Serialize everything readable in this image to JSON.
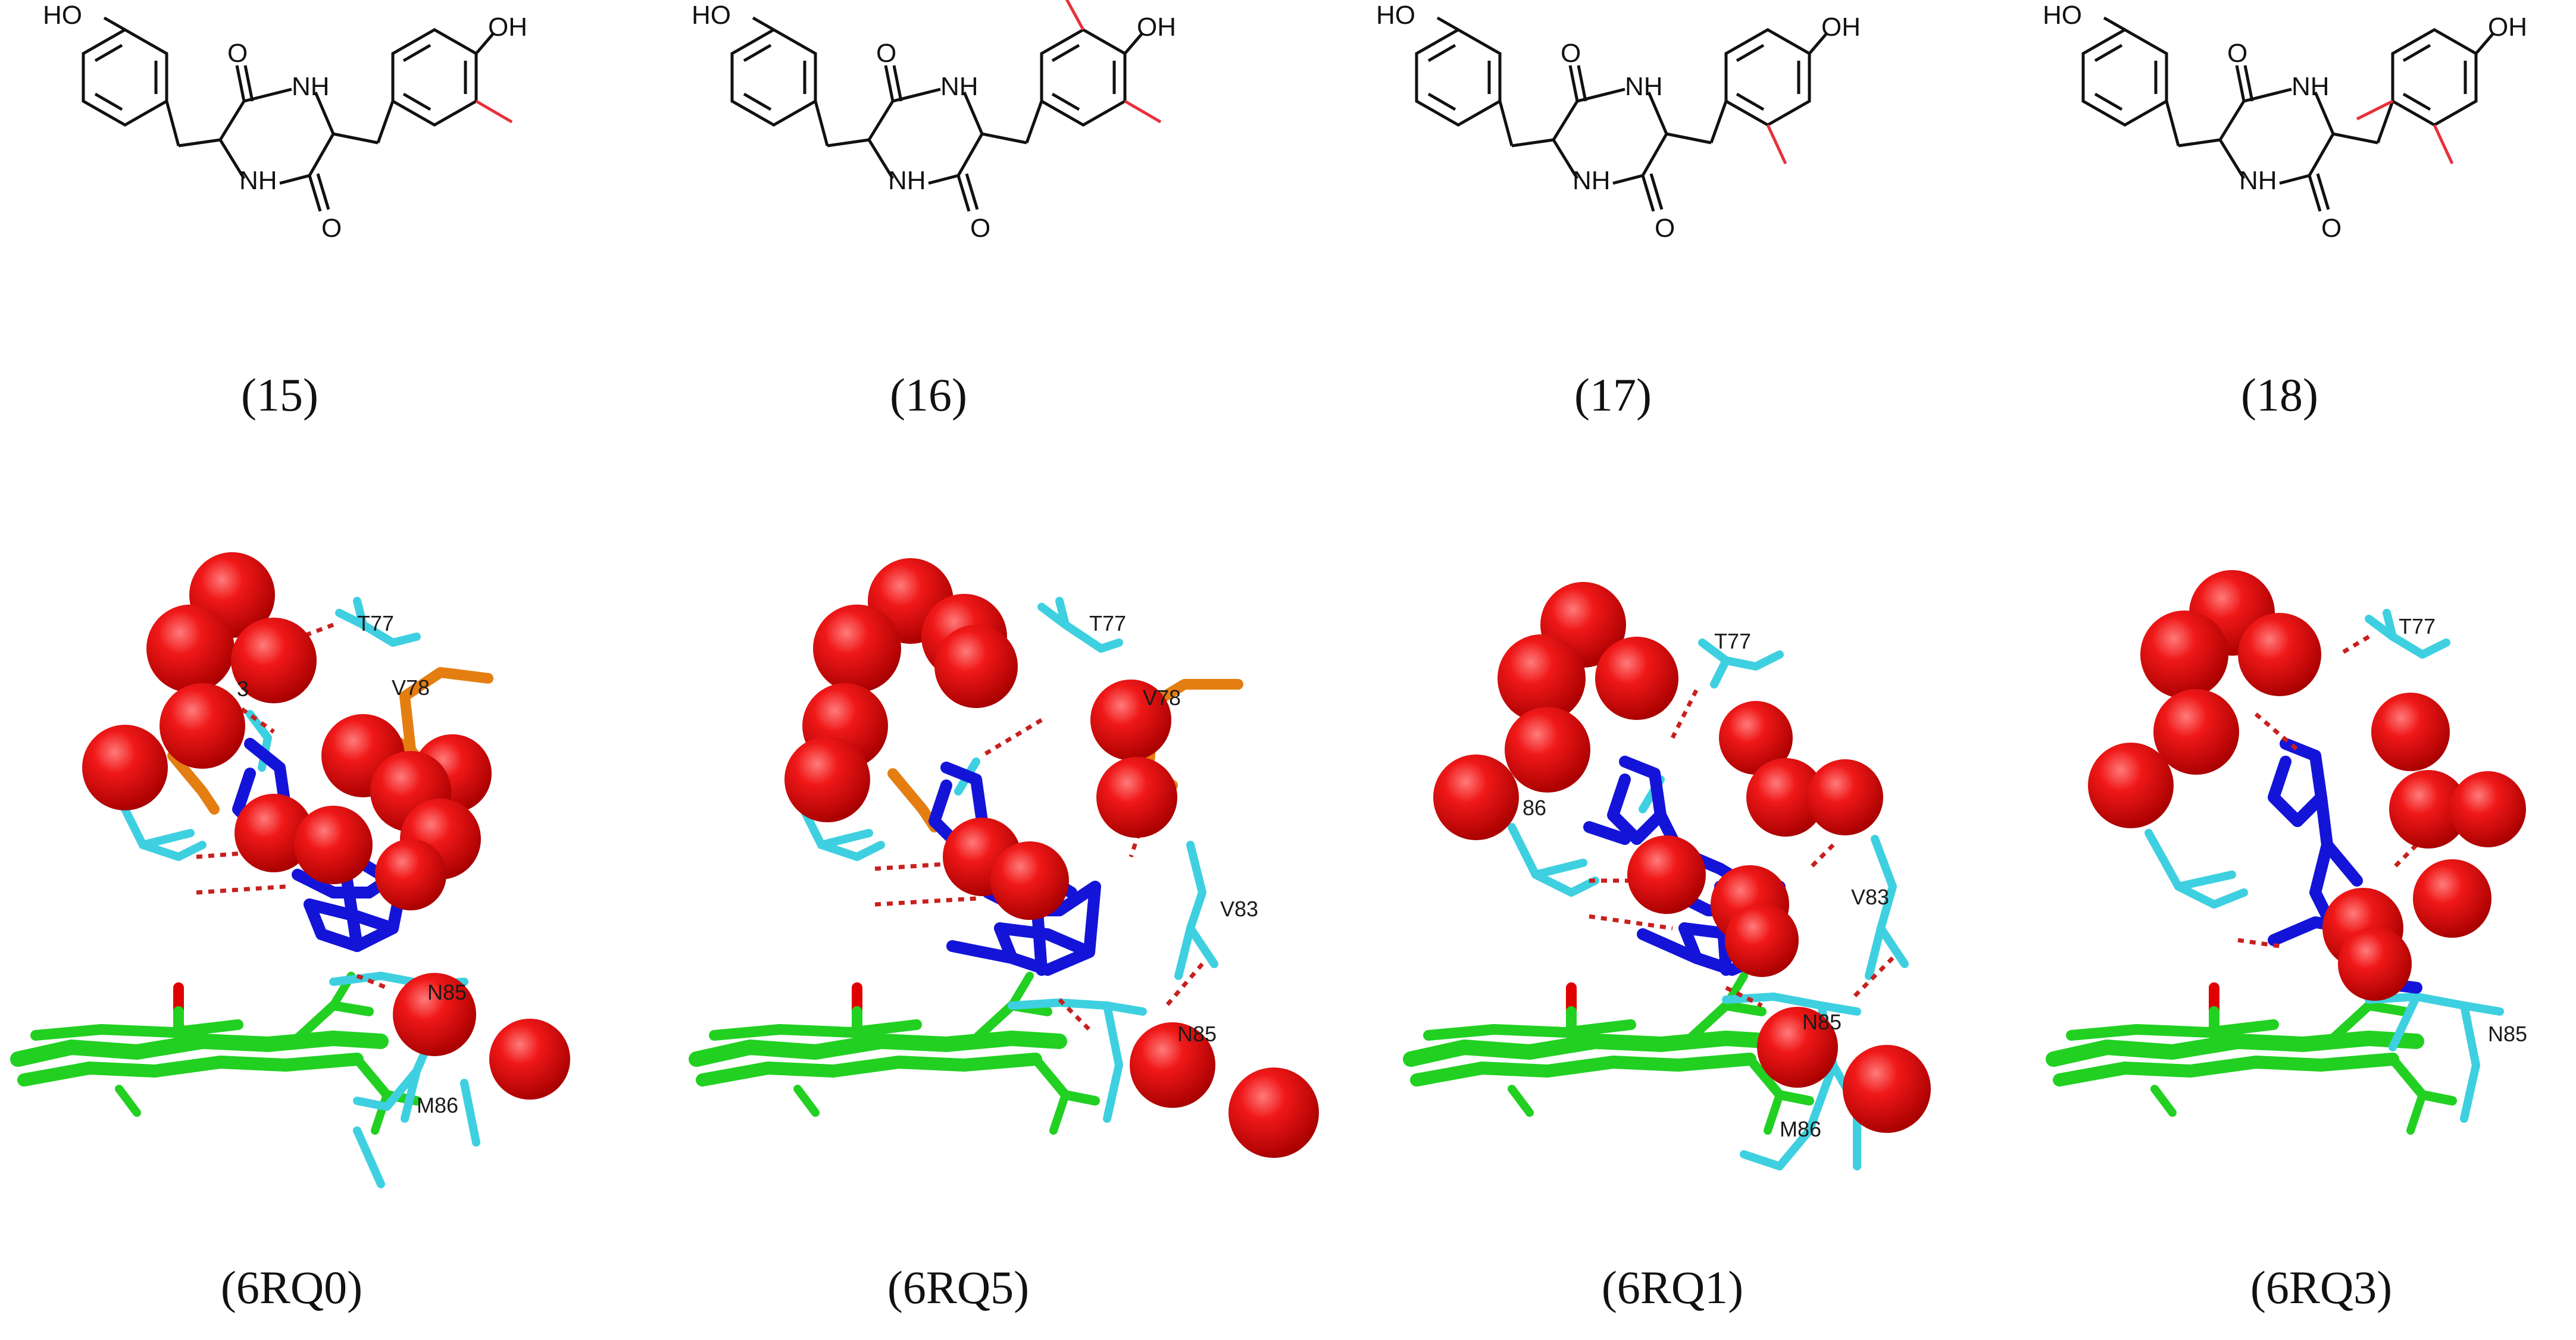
{
  "figure": {
    "compounds": [
      {
        "caption": "(15)",
        "left_oh": "HO",
        "right_oh": "OH",
        "nh_top": "NH",
        "nh_bottom": "NH",
        "methyls": [
          "m3"
        ]
      },
      {
        "caption": "(16)",
        "left_oh": "HO",
        "right_oh": "OH",
        "nh_top": "NH",
        "nh_bottom": "NH",
        "methyls": [
          "m3",
          "m5"
        ]
      },
      {
        "caption": "(17)",
        "left_oh": "HO",
        "right_oh": "OH",
        "nh_top": "NH",
        "nh_bottom": "NH",
        "methyls": [
          "m2"
        ]
      },
      {
        "caption": "(18)",
        "left_oh": "HO",
        "right_oh": "OH",
        "nh_top": "NH",
        "nh_bottom": "NH",
        "methyls": [
          "m2",
          "m6"
        ]
      }
    ],
    "structures": [
      {
        "caption": "(6RQ0)",
        "residues": [
          "T77",
          "V78",
          "N85",
          "M86",
          "3"
        ],
        "orange": true
      },
      {
        "caption": "(6RQ5)",
        "residues": [
          "T77",
          "V78",
          "V83",
          "N85"
        ],
        "orange": true
      },
      {
        "caption": "(6RQ1)",
        "residues": [
          "T77",
          "V83",
          "86",
          "N85",
          "M86"
        ],
        "orange": false
      },
      {
        "caption": "(6RQ3)",
        "residues": [
          "T77",
          "N85"
        ],
        "orange": false
      }
    ],
    "colors": {
      "bond": "#111111",
      "methyl": "#e8303a",
      "water": "#e00000",
      "ligand": "#1414d8",
      "protein": "#3ed0e0",
      "heme": "#22d022",
      "hbond": "#c8201e",
      "orange": "#e47e10"
    }
  }
}
